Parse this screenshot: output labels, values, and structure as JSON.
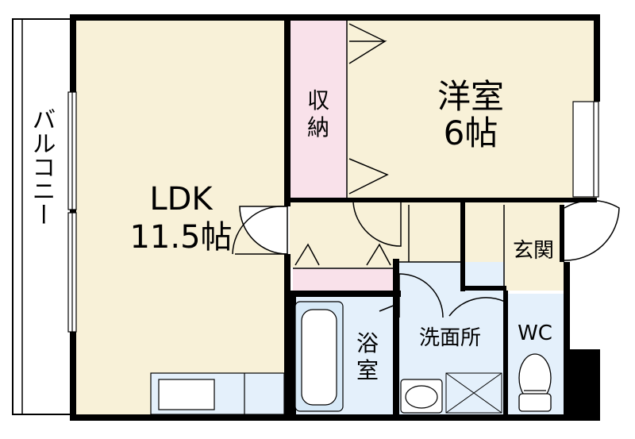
{
  "rooms": {
    "balcony": "バルコニー",
    "ldk": {
      "name": "LDK",
      "size": "11.5帖"
    },
    "storage": {
      "line1": "収",
      "line2": "納"
    },
    "western": {
      "name": "洋室",
      "size": "6帖"
    },
    "entrance": "玄関",
    "bath": {
      "line1": "浴",
      "line2": "室"
    },
    "washroom": "洗面所",
    "wc": "WC"
  },
  "colors": {
    "floor_beige": "#f8f1d8",
    "storage_pink": "#f9e1ea",
    "wet_blue": "#e4f0fb",
    "wall": "#000000",
    "fixture_blue": "#d7e9f7"
  }
}
